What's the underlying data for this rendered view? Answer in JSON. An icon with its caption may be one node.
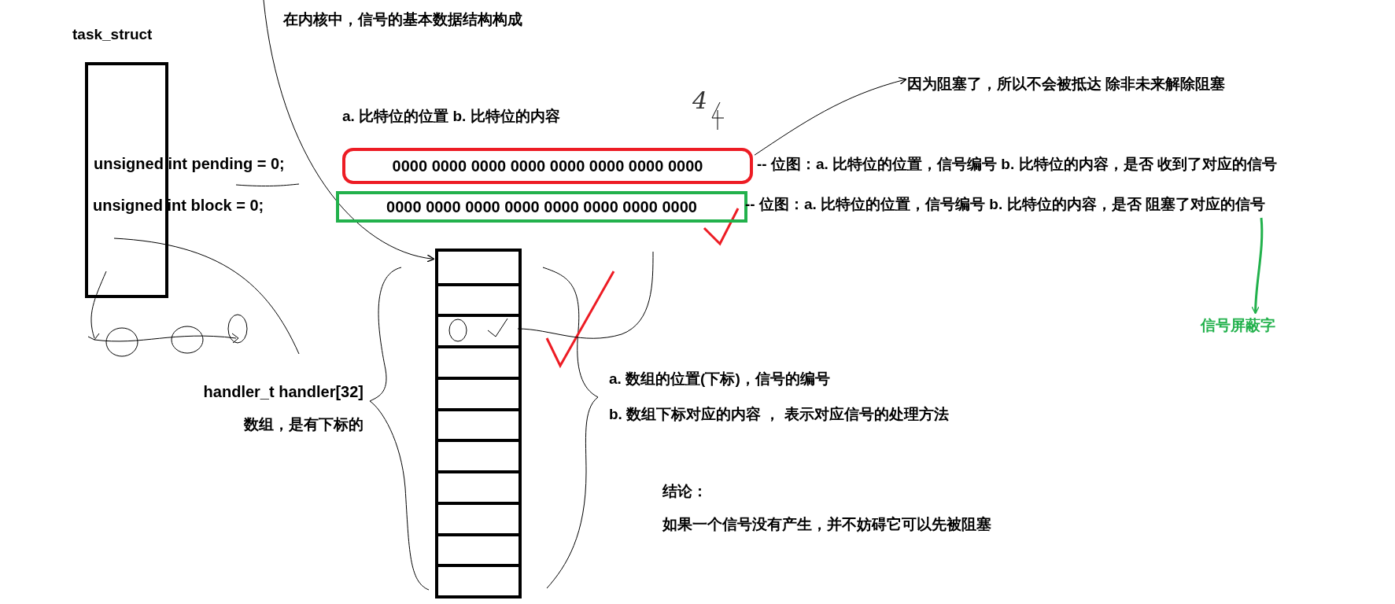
{
  "diagram": {
    "title": "在内核中，信号的基本数据结构构成",
    "nodes": [
      {
        "text": [
          "task_struct"
        ]
      },
      {
        "text": [
          "因为阻塞了，所以不会被抵达 除非未来解除阻塞"
        ]
      },
      {
        "text": [
          "0000 0000 0000 0000 0000 0000 0000 0000"
        ]
      },
      {
        "text": [
          "0000 0000 0000 0000 0000 0000 0000 0000"
        ]
      },
      {
        "text": [
          "-- 位图：a. 比特位的位置，信号编号 b. 比特位的内容，是否 阻塞了对应的信号"
        ]
      },
      {
        "text": [],
        "shape": "box"
      },
      {
        "text": [
          "信号屏蔽字"
        ]
      }
    ],
    "edges": [
      {
        "from": 2,
        "to": 1,
        "arrow": "to"
      },
      {
        "from": 4,
        "to": 6,
        "arrow": "to",
        "color": "#22b14c"
      },
      {
        "from": null,
        "to": 5,
        "arrow": "to"
      }
    ],
    "labels": [
      "4",
      "a. 比特位的位置 b. 比特位的内容",
      "unsigned int pending = 0;",
      "-- 位图：a. 比特位的位置，信号编号 b. 比特位的内容，是否 收到了对应的信号",
      "unsigned int block = 0;",
      "handler_t handler[32]",
      "数组，是有下标的",
      "a. 数组的位置(下标)，信号的编号",
      "b. 数组下标对应的内容 ， 表示对应信号的处理方法",
      "结论：",
      "如果一个信号没有产生，并不妨碍它可以先被阻塞"
    ]
  }
}
